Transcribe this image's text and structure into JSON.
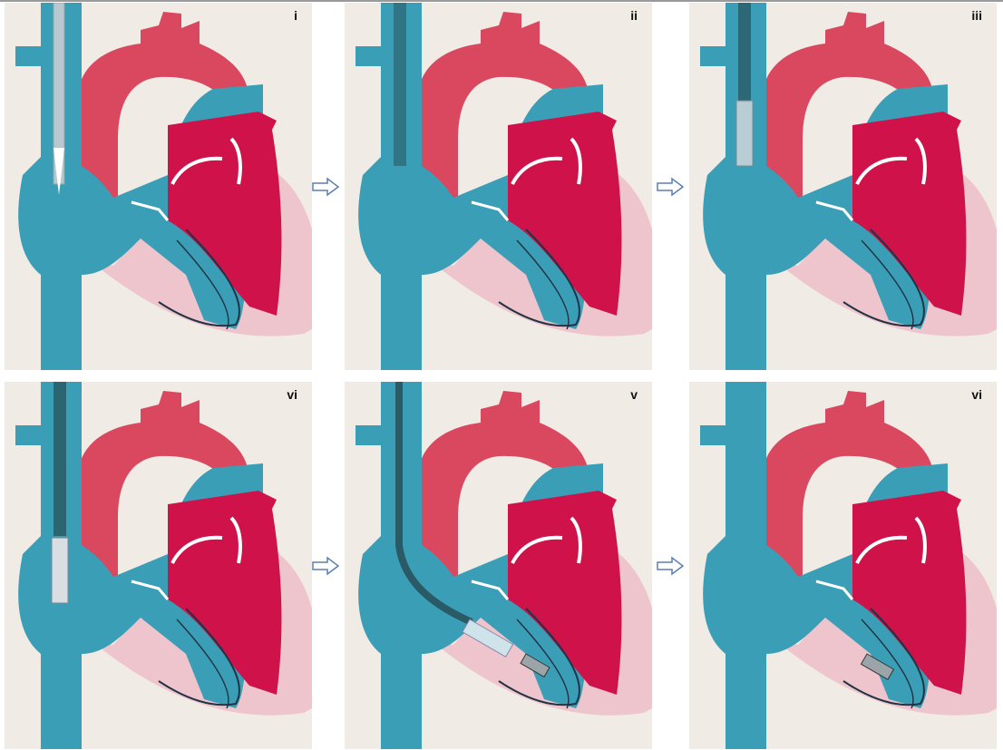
{
  "panels": [
    {
      "label": "i"
    },
    {
      "label": "ii"
    },
    {
      "label": "iii"
    },
    {
      "label": "vi"
    },
    {
      "label": "v"
    },
    {
      "label": "vi"
    }
  ],
  "colors": {
    "background": "#f0ece5",
    "vein_blue": "#3a9fb6",
    "aorta_red": "#d9485e",
    "ventricle_red": "#d0124a",
    "pericardium_pink": "#efb8c4",
    "catheter_dark": "#2a5a66",
    "arrow_outline": "#5b7fb5"
  },
  "arrow_icon": "hollow-right-arrow-icon"
}
